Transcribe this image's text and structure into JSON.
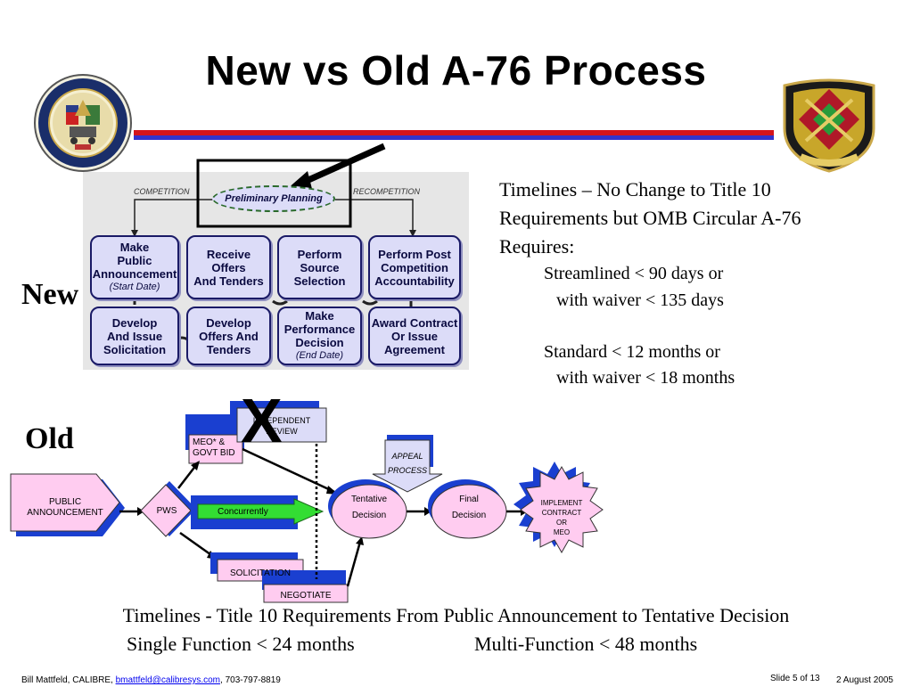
{
  "slide": {
    "title": "New vs Old A-76 Process",
    "new_label": "New",
    "old_label": "Old"
  },
  "new_diagram": {
    "competition_label": "COMPETITION",
    "recompetition_label": "RECOMPETITION",
    "preliminary_planning": "Preliminary Planning",
    "boxes": [
      {
        "line1": "Make",
        "line2": "Public",
        "line3": "Announcement",
        "note": "(Start Date)"
      },
      {
        "line1": "Receive",
        "line2": "Offers",
        "line3": "And Tenders"
      },
      {
        "line1": "Perform",
        "line2": "Source",
        "line3": "Selection"
      },
      {
        "line1": "Perform Post",
        "line2": "Competition",
        "line3": "Accountability"
      },
      {
        "line1": "Develop",
        "line2": "And Issue",
        "line3": "Solicitation"
      },
      {
        "line1": "Develop",
        "line2": "Offers And",
        "line3": "Tenders"
      },
      {
        "line1": "Make",
        "line2": "Performance",
        "line3": "Decision",
        "note": "(End Date)"
      },
      {
        "line1": "Award Contract",
        "line2": "Or Issue",
        "line3": "Agreement"
      }
    ]
  },
  "timelines": {
    "line1": "Timelines – No Change to Title 10",
    "line2": "Requirements but OMB Circular A-76",
    "line3": "Requires:",
    "streamlined1": "Streamlined < 90 days  or",
    "streamlined2": "with waiver < 135 days",
    "standard1": "Standard < 12 months or",
    "standard2": "with waiver < 18 months"
  },
  "old_diagram": {
    "public_announcement1": "PUBLIC",
    "public_announcement2": "ANNOUNCEMENT",
    "pws": "PWS",
    "meo1": "MEO* &",
    "meo2": "GOVT BID",
    "independent1": "INDEPENDENT",
    "independent2": "REVIEW",
    "concurrently": "Concurrently",
    "appeal1": "APPEAL",
    "appeal2": "PROCESS",
    "tentative1": "Tentative",
    "tentative2": "Decision",
    "final1": "Final",
    "final2": "Decision",
    "implement1": "IMPLEMENT",
    "implement2": "CONTRACT",
    "implement3": "OR",
    "implement4": "MEO",
    "solicitation": "SOLICITATION",
    "negotiate": "NEGOTIATE",
    "strike": "X"
  },
  "bottom": {
    "line1": "Timelines - Title 10 Requirements From Public Announcement to Tentative Decision",
    "single": "Single Function < 24 months",
    "multi": "Multi-Function < 48 months"
  },
  "footer": {
    "author": "Bill Mattfeld, CALIBRE, ",
    "email": "bmattfeld@calibresys.com",
    "phone": ", 703-797-8819",
    "slide": "Slide 5 of 13",
    "date": "2 August 2005"
  },
  "colors": {
    "title_rule_red": "#d4141c",
    "title_rule_blue": "#3333cc",
    "box_fill": "#dcdcf8",
    "old_pink": "#ffccf0",
    "old_blue": "#1a3fd0",
    "concurrent_green": "#33dd33"
  }
}
